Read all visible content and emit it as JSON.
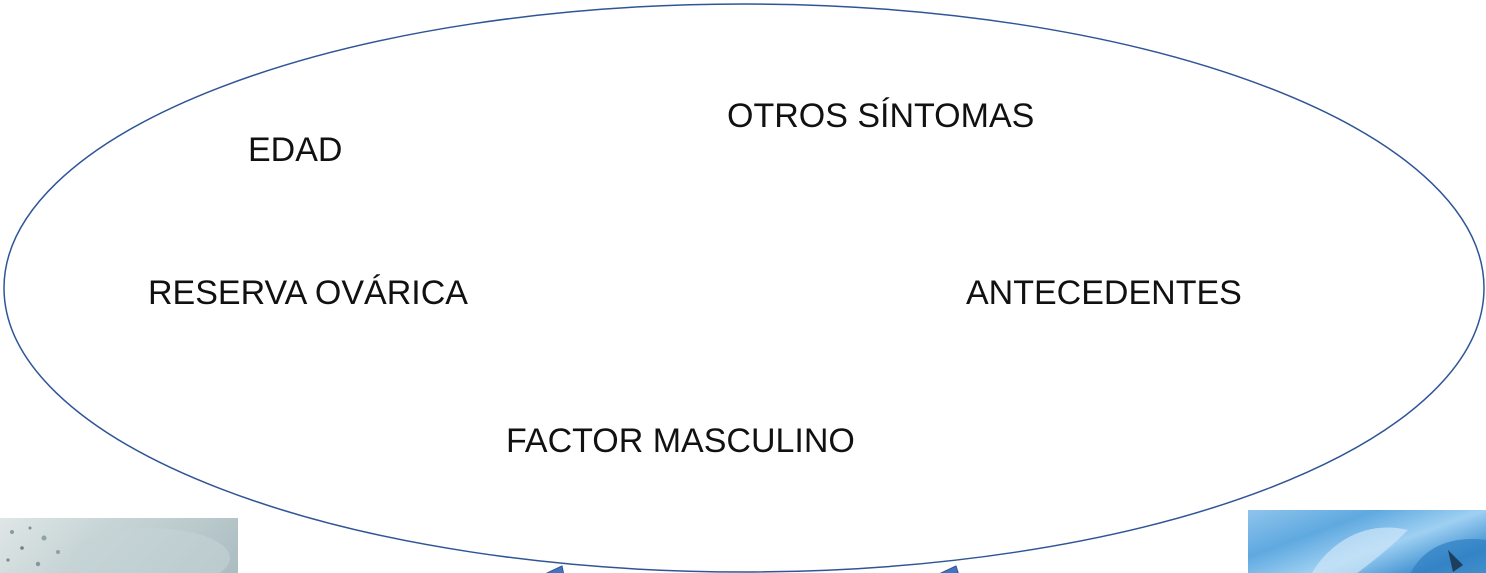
{
  "diagram": {
    "labels": {
      "otros_sintomas": "OTROS SÍNTOMAS",
      "edad": "EDAD",
      "reserva_ovarica": "RESERVA OVÁRICA",
      "antecedentes": "ANTECEDENTES",
      "factor_masculino": "FACTOR MASCULINO"
    },
    "colors": {
      "outline": "#2f5597",
      "arrow_fill": "#4472c4",
      "text": "#111111"
    },
    "images": {
      "left": "photo-microscopy-cells",
      "right": "photo-blue-flower"
    }
  }
}
